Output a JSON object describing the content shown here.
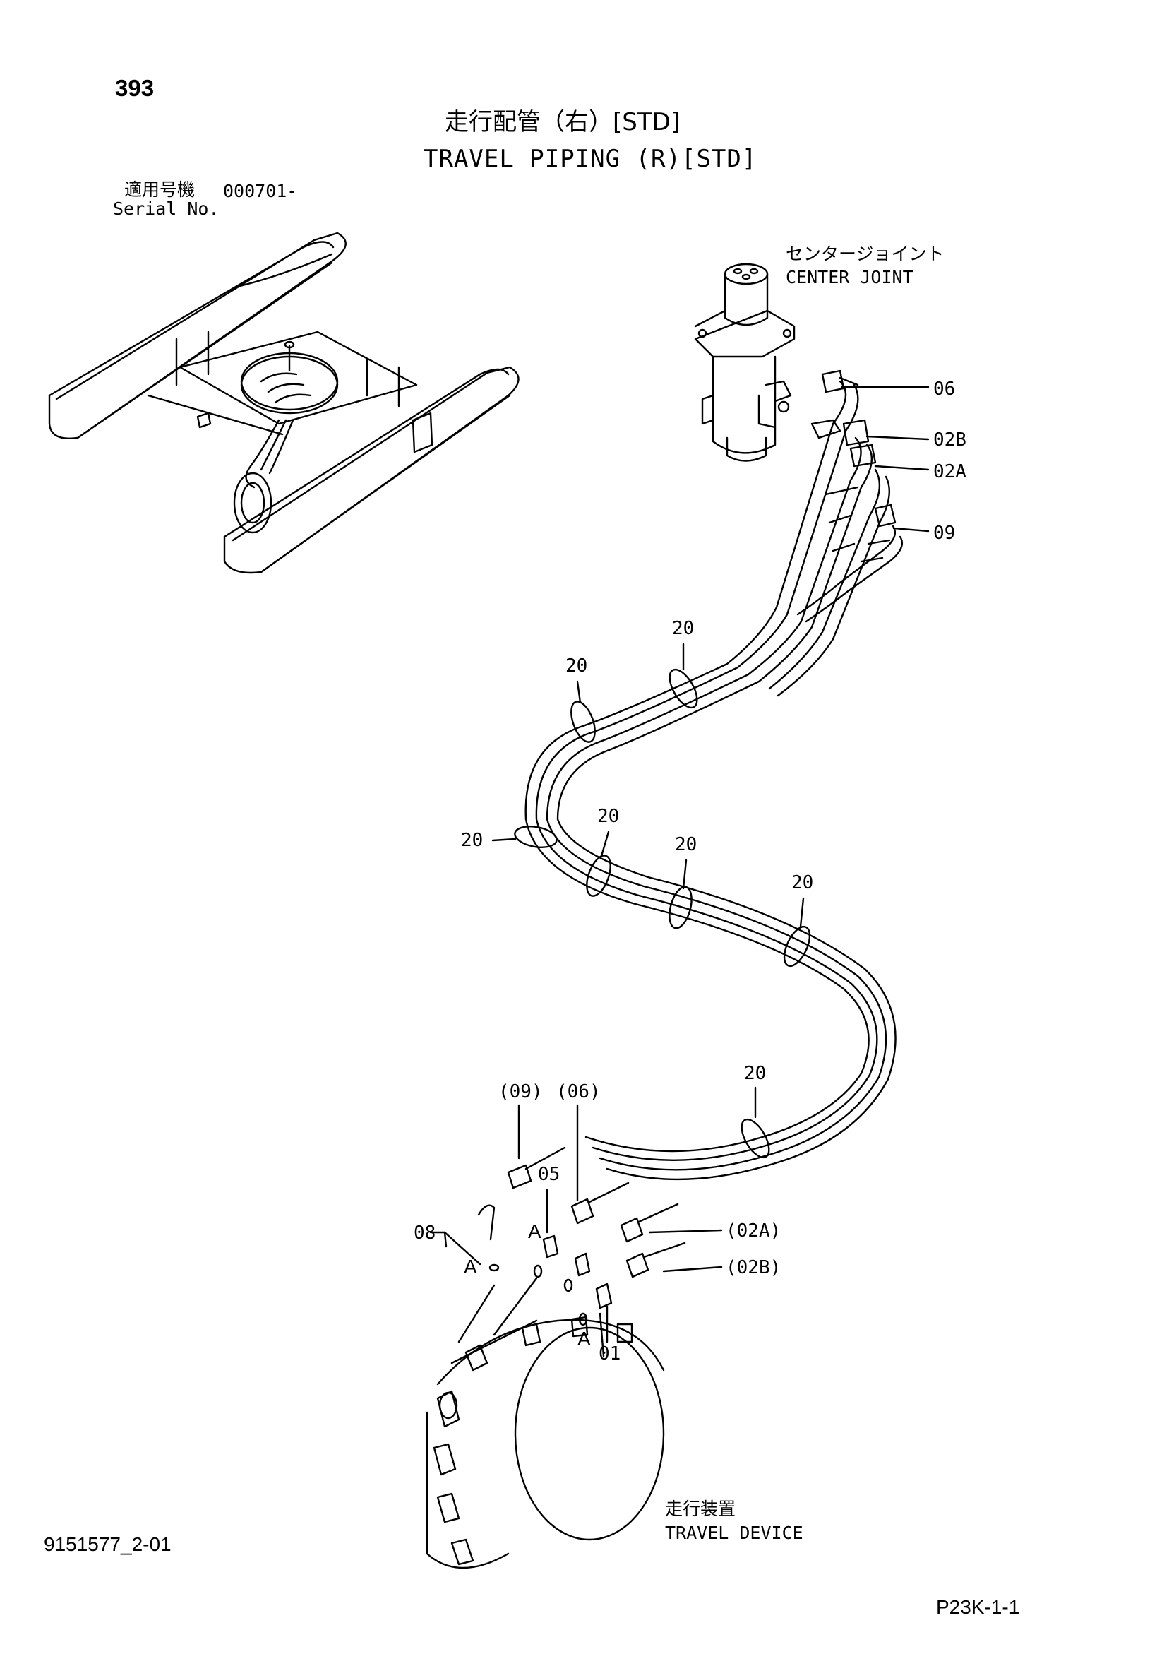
{
  "page_number": "393",
  "title_jp": "走行配管（右）[STD]",
  "title_en": "TRAVEL PIPING (R)[STD]",
  "serial": {
    "label_jp": "適用号機",
    "value": "000701-",
    "label_en": "Serial No."
  },
  "components": {
    "center_joint_jp": "センタージョイント",
    "center_joint_en": "CENTER JOINT",
    "travel_device_jp": "走行装置",
    "travel_device_en": "TRAVEL DEVICE"
  },
  "callouts": {
    "p06": "06",
    "p02b": "02B",
    "p02a": "02A",
    "p09": "09",
    "clamp": "20",
    "ref09": "(09)",
    "ref06": "(06)",
    "p05": "05",
    "p08": "08",
    "ref02a": "(02A)",
    "ref02b": "(02B)",
    "p01": "01",
    "detail": "A"
  },
  "footer": {
    "drawing_code": "9151577_2-01",
    "page_code": "P23K-1-1"
  }
}
